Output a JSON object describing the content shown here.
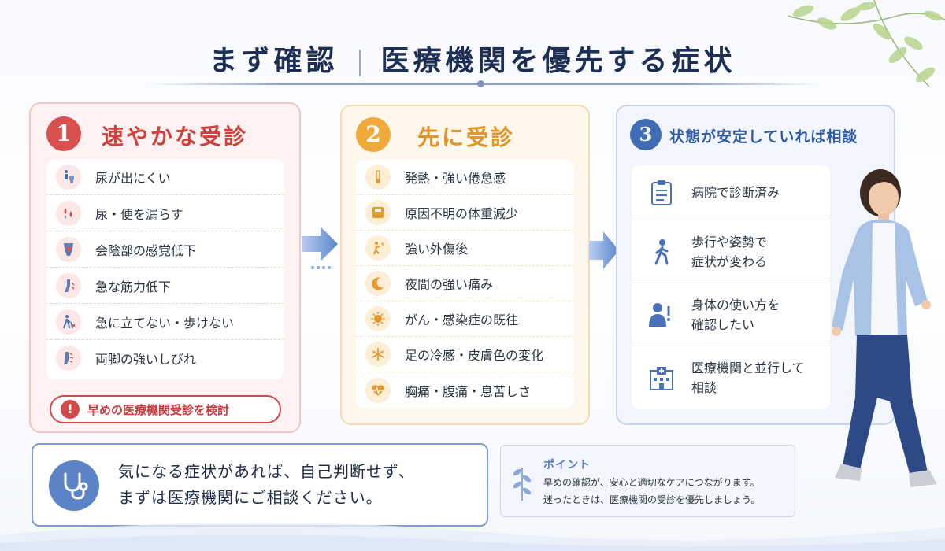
{
  "title": {
    "left": "まず確認",
    "right": "医療機関を優先する症状"
  },
  "colors": {
    "red": "#d9514e",
    "orange": "#f0a93b",
    "blue": "#3e6db5",
    "navy": "#1d2f54"
  },
  "card1": {
    "number": "1",
    "title": "速やかな受診",
    "items": [
      {
        "label": "尿が出にくい",
        "icon": "toilet-icon"
      },
      {
        "label": "尿・便を漏らす",
        "icon": "drops-icon"
      },
      {
        "label": "会陰部の感覚低下",
        "icon": "pelvis-icon"
      },
      {
        "label": "急な筋力低下",
        "icon": "leg-weakness-icon"
      },
      {
        "label": "急に立てない・歩けない",
        "icon": "walking-cane-icon"
      },
      {
        "label": "両脚の強いしびれ",
        "icon": "leg-numbness-icon"
      }
    ],
    "warning": "早めの医療機関受診を検討"
  },
  "card2": {
    "number": "2",
    "title": "先に受診",
    "items": [
      {
        "label": "発熱・強い倦怠感",
        "icon": "thermometer-icon"
      },
      {
        "label": "原因不明の体重減少",
        "icon": "scale-icon"
      },
      {
        "label": "強い外傷後",
        "icon": "injury-icon"
      },
      {
        "label": "夜間の強い痛み",
        "icon": "moon-icon"
      },
      {
        "label": "がん・感染症の既往",
        "icon": "virus-icon"
      },
      {
        "label": "足の冷感・皮膚色の変化",
        "icon": "snowflake-icon"
      },
      {
        "label": "胸痛・腹痛・息苦しさ",
        "icon": "heartbeat-icon"
      }
    ]
  },
  "card3": {
    "number": "3",
    "title": "状態が安定していれば相談",
    "items": [
      {
        "line1": "病院で診断済み",
        "line2": "",
        "icon": "clipboard-icon"
      },
      {
        "line1": "歩行や姿勢で",
        "line2": "症状が変わる",
        "icon": "walking-person-icon"
      },
      {
        "line1": "身体の使い方を",
        "line2": "確認したい",
        "icon": "person-question-icon"
      },
      {
        "line1": "医療機関と並行して",
        "line2": "相談",
        "icon": "hospital-icon"
      }
    ]
  },
  "message": {
    "line1": "気になる症状があれば、自己判断せず、",
    "line2": "まずは医療機関にご相談ください。"
  },
  "point": {
    "title": "ポイント",
    "line1": "早めの確認が、安心と適切なケアにつながります。",
    "line2": "迷ったときは、医療機関の受診を優先しましょう。"
  }
}
